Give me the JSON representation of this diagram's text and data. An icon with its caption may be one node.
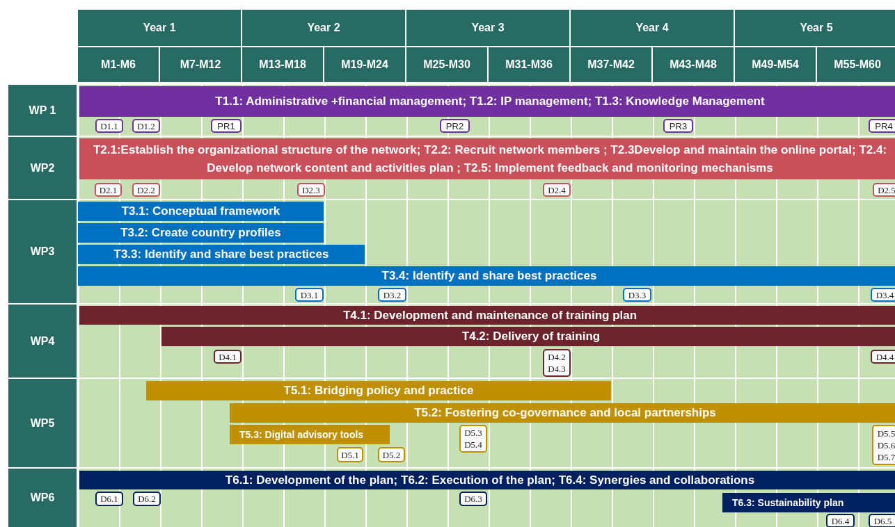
{
  "diagram": {
    "nodes": [
      {
        "text": [
          "Year 1"
        ]
      },
      {
        "text": [
          "Year 2"
        ]
      },
      {
        "text": [
          "Year 3"
        ]
      },
      {
        "text": [
          "Year 4"
        ]
      },
      {
        "text": [
          "Year 5"
        ]
      },
      {
        "text": [
          "M1-M6"
        ]
      },
      {
        "text": [
          "M7-M12"
        ]
      },
      {
        "text": [
          "M13-M18"
        ]
      },
      {
        "text": [
          "M19-M24"
        ]
      },
      {
        "text": [
          "M25-M30"
        ]
      },
      {
        "text": [
          "M31-M36"
        ]
      },
      {
        "text": [
          "M37-M42"
        ]
      },
      {
        "text": [
          "M43-M48"
        ]
      },
      {
        "text": [
          "M49-M54"
        ]
      },
      {
        "text": [
          "M55-M60"
        ]
      },
      {
        "text": [
          "WP 1"
        ]
      },
      {
        "text": [
          "T1.1: Administrative +financial management; T1.2: IP management; T1.3: Knowledge Management"
        ]
      },
      {
        "text": [
          "D1.1"
        ]
      },
      {
        "text": [
          "D1.2"
        ]
      },
      {
        "text": [
          "PR1"
        ]
      },
      {
        "text": [
          "PR2"
        ]
      },
      {
        "text": [
          "PR3"
        ]
      },
      {
        "text": [
          "PR4"
        ]
      },
      {
        "text": [
          "WP2"
        ]
      },
      {
        "text": [
          "T2.1:Establish the organizational structure of the network; T2.2: Recruit network members ; T2.3Develop and maintain the online portal; T2.4: Develop network content and activities plan ; T2.5: Implement feedback and monitoring mechanisms"
        ]
      },
      {
        "text": [
          "D2.1"
        ]
      },
      {
        "text": [
          "D2.2"
        ]
      },
      {
        "text": [
          "D2.3"
        ]
      },
      {
        "text": [
          "D2.4"
        ]
      },
      {
        "text": [
          "D2.5"
        ]
      },
      {
        "text": [
          "WP3"
        ]
      },
      {
        "text": [
          "T3.1: Conceptual framework"
        ]
      },
      {
        "text": [
          "T3.2: Create country profiles"
        ]
      },
      {
        "text": [
          "T3.3: Identify and share best practices"
        ]
      },
      {
        "text": [
          "T3.4: Identify and share best practices"
        ]
      },
      {
        "text": [
          "D3.1"
        ]
      },
      {
        "text": [
          "D3.2"
        ]
      },
      {
        "text": [
          "D3.3"
        ]
      },
      {
        "text": [
          "D3.4"
        ]
      },
      {
        "text": [
          "WP4"
        ]
      },
      {
        "text": [
          "T4.1: Development and maintenance of training plan"
        ]
      },
      {
        "text": [
          "T4.2: Delivery of training"
        ]
      },
      {
        "text": [
          "D4.1"
        ]
      },
      {
        "text": [
          "D4.2",
          "D4.3"
        ]
      },
      {
        "text": [
          "D4.4"
        ]
      },
      {
        "text": [
          "WP5"
        ]
      },
      {
        "text": [
          "T5.1: Bridging policy and practice"
        ]
      },
      {
        "text": [
          "T5.2: Fostering co-governance and local partnerships"
        ]
      },
      {
        "text": [
          "T5.3: Digital advisory tools"
        ]
      },
      {
        "text": [
          "D5.3",
          "D5.4"
        ]
      },
      {
        "text": [
          "D5.5",
          "D5.6",
          "D5.7"
        ]
      },
      {
        "text": [
          "D5.1"
        ]
      },
      {
        "text": [
          "D5.2"
        ]
      },
      {
        "text": [
          "WP6"
        ]
      },
      {
        "text": [
          "T6.1: Development of the plan; T6.2: Execution of the plan; T6.4: Synergies and collaborations"
        ]
      },
      {
        "text": [
          "D6.1"
        ]
      },
      {
        "text": [
          "D6.2"
        ]
      },
      {
        "text": [
          "D6.3"
        ]
      },
      {
        "text": [
          "T6.3: Sustainability plan"
        ]
      },
      {
        "text": [
          "D6.4"
        ]
      },
      {
        "text": [
          "D6.5"
        ]
      }
    ]
  }
}
